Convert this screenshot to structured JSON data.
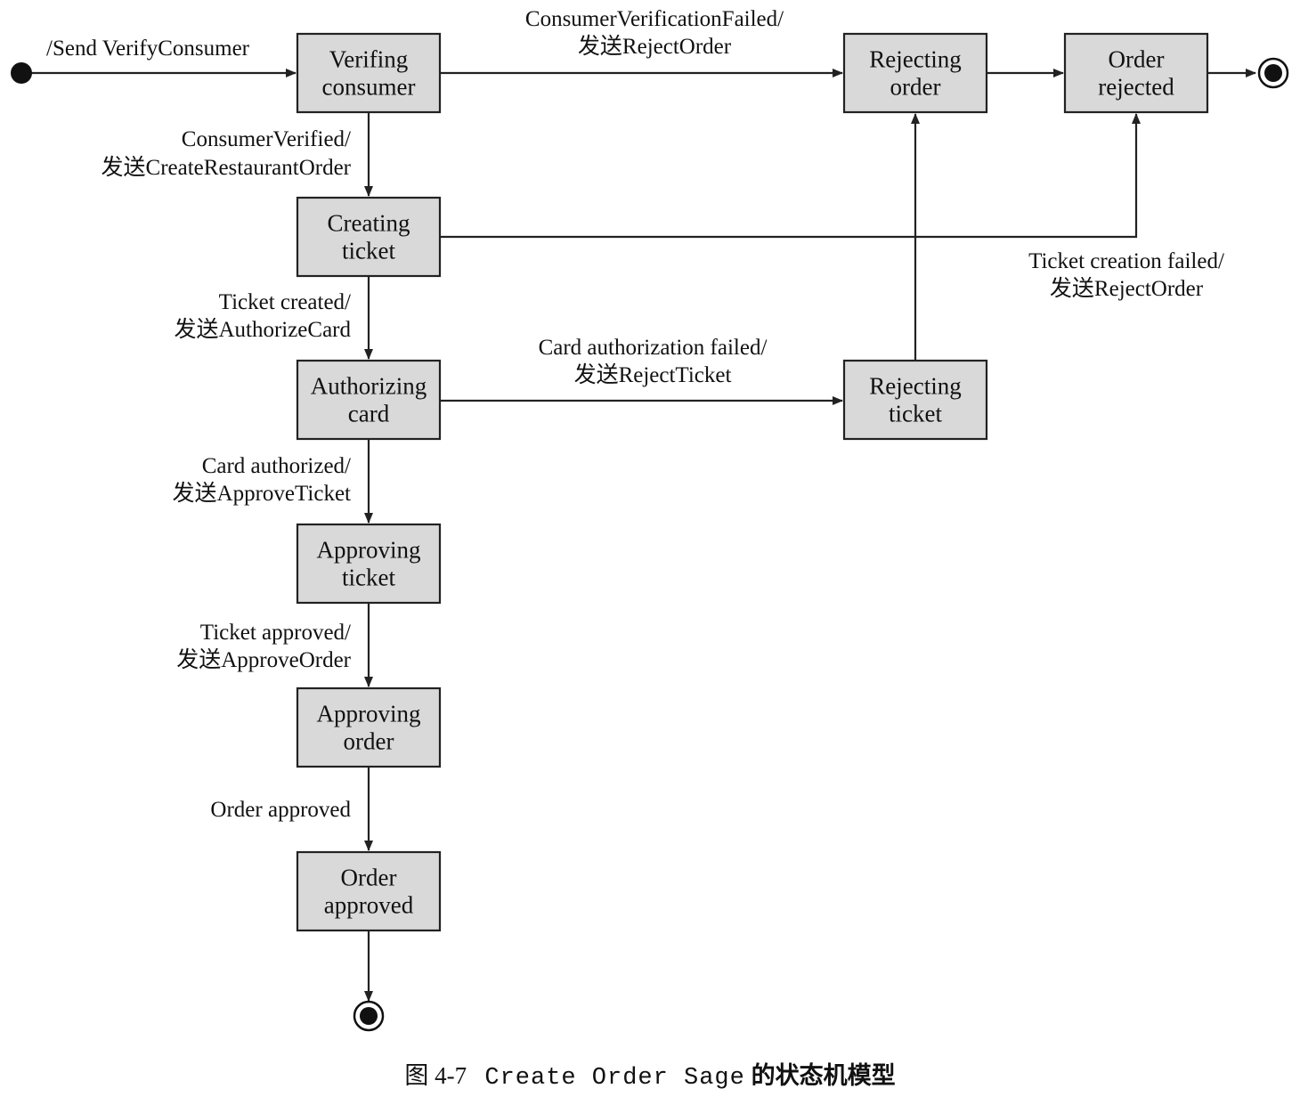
{
  "diagram": {
    "colors": {
      "state_fill": "#d9d9d9",
      "stroke": "#222222",
      "text": "#111111"
    },
    "states": {
      "verifying_consumer": [
        "Verifing",
        "consumer"
      ],
      "creating_ticket": [
        "Creating",
        "ticket"
      ],
      "authorizing_card": [
        "Authorizing",
        "card"
      ],
      "approving_ticket": [
        "Approving",
        "ticket"
      ],
      "approving_order": [
        "Approving",
        "order"
      ],
      "order_approved": [
        "Order",
        "approved"
      ],
      "rejecting_order": [
        "Rejecting",
        "order"
      ],
      "order_rejected": [
        "Order",
        "rejected"
      ],
      "rejecting_ticket": [
        "Rejecting",
        "ticket"
      ]
    },
    "transitions": {
      "start": [
        "/Send VerifyConsumer"
      ],
      "consumer_verified": [
        "ConsumerVerified/",
        "发送CreateRestaurantOrder"
      ],
      "consumer_verification_failed": [
        "ConsumerVerificationFailed/",
        "发送RejectOrder"
      ],
      "ticket_created": [
        "Ticket created/",
        "发送AuthorizeCard"
      ],
      "ticket_creation_failed": [
        "Ticket creation failed/",
        "发送RejectOrder"
      ],
      "card_authorized": [
        "Card authorized/",
        "发送ApproveTicket"
      ],
      "card_authorization_failed": [
        "Card authorization failed/",
        "发送RejectTicket"
      ],
      "ticket_approved": [
        "Ticket approved/",
        "发送ApproveOrder"
      ],
      "order_approved_event": [
        "Order approved"
      ]
    }
  },
  "caption": {
    "figure_number": "图 4-7",
    "title_code": "Create Order Sage",
    "title_text": "的状态机模型"
  }
}
